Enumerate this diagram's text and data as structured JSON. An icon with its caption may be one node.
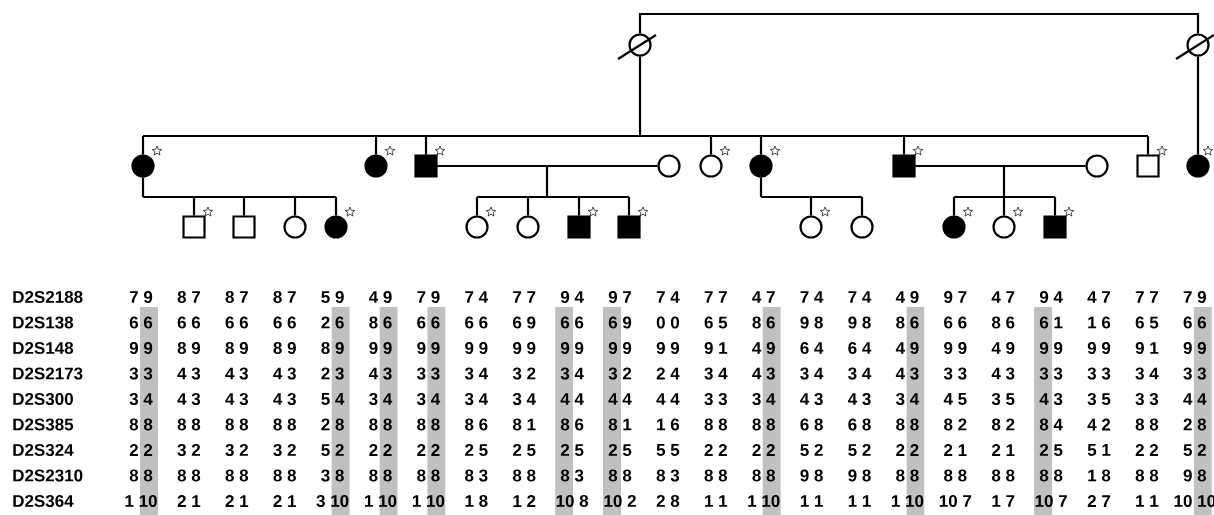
{
  "diagram": {
    "nodes": [
      {
        "text": [],
        "shape": "circle"
      },
      {
        "text": [],
        "shape": "circle"
      },
      {
        "text": [],
        "shape": "circle"
      },
      {
        "text": [],
        "shape": "circle"
      },
      {
        "text": [],
        "shape": "box"
      },
      {
        "text": [],
        "shape": "circle"
      },
      {
        "text": [],
        "shape": "circle"
      },
      {
        "text": [],
        "shape": "circle"
      },
      {
        "text": [],
        "shape": "box"
      },
      {
        "text": [],
        "shape": "circle"
      },
      {
        "text": [],
        "shape": "box"
      },
      {
        "text": [],
        "shape": "circle"
      },
      {
        "text": [],
        "shape": "box"
      },
      {
        "text": [],
        "shape": "box"
      },
      {
        "text": [],
        "shape": "circle"
      },
      {
        "text": [],
        "shape": "circle"
      },
      {
        "text": [],
        "shape": "circle"
      },
      {
        "text": [],
        "shape": "circle"
      },
      {
        "text": [],
        "shape": "box"
      },
      {
        "text": [],
        "shape": "box"
      },
      {
        "text": [],
        "shape": "circle"
      },
      {
        "text": [],
        "shape": "circle"
      },
      {
        "text": [],
        "shape": "circle"
      },
      {
        "text": [],
        "shape": "circle"
      },
      {
        "text": [],
        "shape": "box"
      }
    ],
    "edges": [
      {
        "from": 0,
        "to": 1,
        "arrow": "none"
      },
      {
        "from": 0,
        "to": 2,
        "arrow": "none"
      },
      {
        "from": 0,
        "to": 3,
        "arrow": "none"
      },
      {
        "from": 0,
        "to": 4,
        "arrow": "none"
      },
      {
        "from": 0,
        "to": 6,
        "arrow": "none"
      },
      {
        "from": 0,
        "to": 7,
        "arrow": "none"
      },
      {
        "from": 0,
        "to": 8,
        "arrow": "none"
      },
      {
        "from": 0,
        "to": 10,
        "arrow": "none"
      },
      {
        "from": 1,
        "to": 11,
        "arrow": "none"
      },
      {
        "from": 4,
        "to": 5,
        "arrow": "none"
      },
      {
        "from": 8,
        "to": 9,
        "arrow": "none"
      },
      {
        "from": 2,
        "to": 12,
        "arrow": "none"
      },
      {
        "from": 2,
        "to": 13,
        "arrow": "none"
      },
      {
        "from": 2,
        "to": 14,
        "arrow": "none"
      },
      {
        "from": 2,
        "to": 15,
        "arrow": "none"
      },
      {
        "from": 4,
        "to": 16,
        "arrow": "none"
      },
      {
        "from": 4,
        "to": 17,
        "arrow": "none"
      },
      {
        "from": 4,
        "to": 18,
        "arrow": "none"
      },
      {
        "from": 4,
        "to": 19,
        "arrow": "none"
      },
      {
        "from": 7,
        "to": 20,
        "arrow": "none"
      },
      {
        "from": 7,
        "to": 21,
        "arrow": "none"
      },
      {
        "from": 8,
        "to": 22,
        "arrow": "none"
      },
      {
        "from": 8,
        "to": 23,
        "arrow": "none"
      },
      {
        "from": 8,
        "to": 24,
        "arrow": "none"
      }
    ],
    "labels": [
      "D2S2188",
      "7 9",
      "8 7",
      "8 7",
      "8 7",
      "5 9",
      "4 9",
      "7 9",
      "7 4",
      "7 7",
      "9 4",
      "9 7",
      "7 4",
      "7 7",
      "4 7",
      "7 4",
      "7 4",
      "4 9",
      "9 7",
      "4 7",
      "9 4",
      "4 7",
      "7 7",
      "7 9",
      "D2S138",
      "6 6",
      "6 6",
      "6 6",
      "6 6",
      "2 6",
      "8 6",
      "6 6",
      "6 6",
      "6 9",
      "6 6",
      "6 9",
      "0 0",
      "6 5",
      "8 6",
      "9 8",
      "9 8",
      "8 6",
      "6 6",
      "8 6",
      "6 1",
      "1 6",
      "6 5",
      "6 6",
      "D2S148",
      "9 9",
      "8 9",
      "8 9",
      "8 9",
      "8 9",
      "9 9",
      "9 9",
      "9 9",
      "9 9",
      "9 9",
      "9 9",
      "9 9",
      "9 1",
      "4 9",
      "6 4",
      "6 4",
      "4 9",
      "9 9",
      "4 9",
      "9 9",
      "9 9",
      "9 1",
      "9 9",
      "D2S2173",
      "3 3",
      "4 3",
      "4 3",
      "4 3",
      "2 3",
      "4 3",
      "3 3",
      "3 4",
      "3 2",
      "3 4",
      "3 2",
      "2 4",
      "3 4",
      "4 3",
      "3 4",
      "3 4",
      "4 3",
      "3 3",
      "4 3",
      "3 3",
      "3 3",
      "3 4",
      "3 3",
      "D2S300",
      "3 4",
      "4 3",
      "4 3",
      "4 3",
      "5 4",
      "3 4",
      "3 4",
      "3 4",
      "3 4",
      "4 4",
      "4 4",
      "4 4",
      "3 3",
      "3 4",
      "4 3",
      "4 3",
      "3 4",
      "4 5",
      "3 5",
      "4 3",
      "3 5",
      "3 3",
      "4 4",
      "D2S385",
      "8 8",
      "8 8",
      "8 8",
      "8 8",
      "2 8",
      "8 8",
      "8 8",
      "8 6",
      "8 1",
      "8 6",
      "8 1",
      "1 6",
      "8 8",
      "8 8",
      "6 8",
      "6 8",
      "8 8",
      "8 2",
      "8 2",
      "8 4",
      "4 2",
      "8 8",
      "2 8",
      "D2S324",
      "2 2",
      "3 2",
      "3 2",
      "3 2",
      "5 2",
      "2 2",
      "2 2",
      "2 5",
      "2 5",
      "2 5",
      "2 5",
      "5 5",
      "2 2",
      "2 2",
      "5 2",
      "5 2",
      "2 2",
      "2 1",
      "2 1",
      "2 5",
      "5 1",
      "2 2",
      "5 2",
      "D2S2310",
      "8 8",
      "8 8",
      "8 8",
      "8 8",
      "3 8",
      "8 8",
      "8 8",
      "8 3",
      "8 8",
      "8 3",
      "8 8",
      "8 3",
      "8 8",
      "8 8",
      "9 8",
      "9 8",
      "8 8",
      "8 8",
      "8 8",
      "8 8",
      "1 8",
      "8 8",
      "9 8",
      "D2S364",
      "1 10",
      "2 1",
      "2 1",
      "2 1",
      "3 10",
      "1 10",
      "1 10",
      "1 8",
      "1 2",
      "10 8",
      "10 2",
      "2 8",
      "1 1",
      "1 10",
      "1 1",
      "1 1",
      "1 10",
      "10 7",
      "1 7",
      "10 7",
      "2 7",
      "1 1",
      "10 10"
    ]
  }
}
